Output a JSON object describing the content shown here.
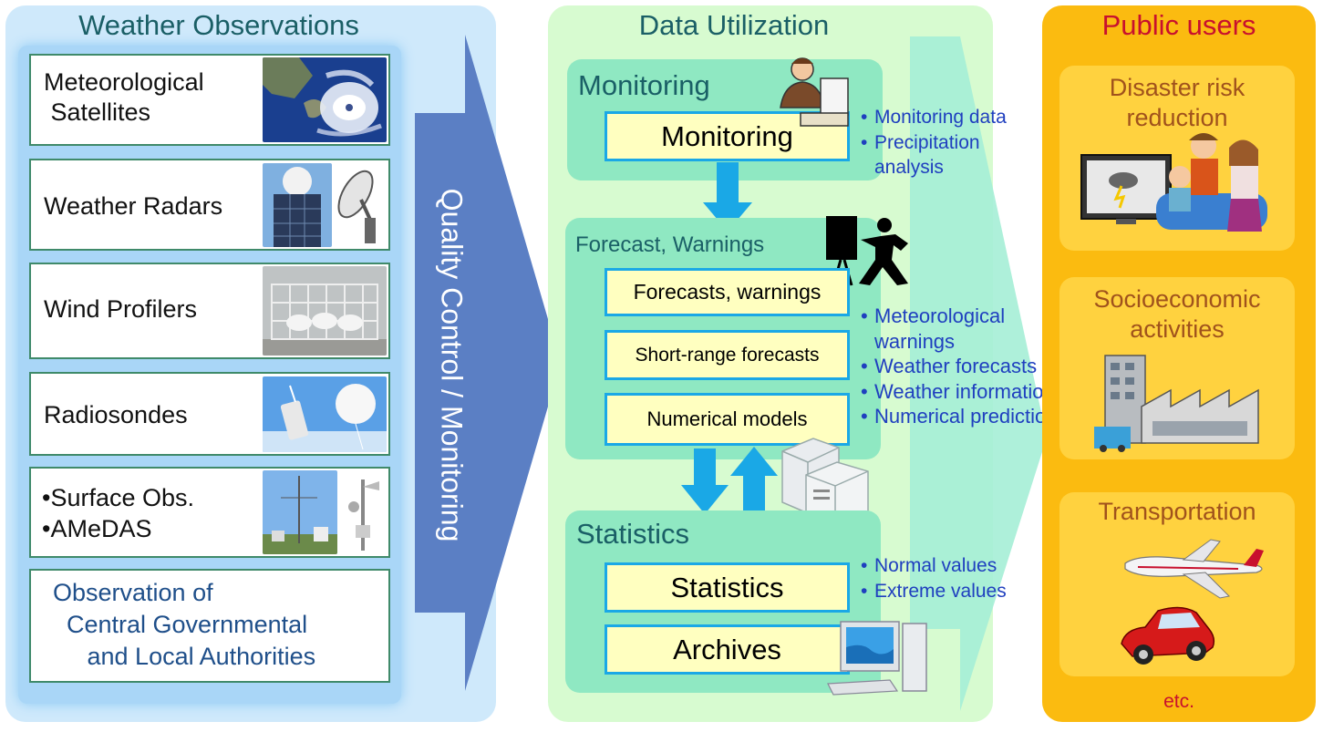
{
  "observations": {
    "title": "Weather Observations",
    "items": [
      {
        "label": "Meteorological\n Satellites"
      },
      {
        "label": "Weather Radars"
      },
      {
        "label": "Wind Profilers"
      },
      {
        "label": "Radiosondes"
      },
      {
        "bullet1": "Surface Obs.",
        "bullet2": "AMeDAS"
      }
    ],
    "authorities": "Observation of\n  Central Governmental\n     and Local Authorities"
  },
  "arrow_label": "Quality Control / Monitoring",
  "utilization": {
    "title": "Data Utilization",
    "monitoring": {
      "heading": "Monitoring",
      "box": "Monitoring",
      "outputs": [
        "Monitoring data",
        "Precipitation",
        "analysis"
      ]
    },
    "forecast": {
      "heading": "Forecast, Warnings",
      "boxes": [
        "Forecasts, warnings",
        "Short-range forecasts",
        "Numerical models"
      ],
      "outputs": [
        "Meteorological",
        "warnings",
        "Weather forecasts",
        "Weather information",
        "Numerical prediction"
      ]
    },
    "statistics": {
      "heading": "Statistics",
      "boxes": [
        "Statistics",
        "Archives"
      ],
      "outputs": [
        "Normal values",
        "Extreme values"
      ]
    }
  },
  "public": {
    "title": "Public users",
    "cards": [
      {
        "title": "Disaster risk\nreduction"
      },
      {
        "title": "Socioeconomic\nactivities"
      },
      {
        "title": "Transportation"
      }
    ],
    "footer": "etc."
  },
  "colors": {
    "obs_panel": "#cfe9fb",
    "util_panel": "#d7fbd0",
    "public_panel": "#fbbb10",
    "big_arrow": "#5b7fc4",
    "box_border": "#1aa8e6",
    "output_text": "#1f3fbf"
  }
}
